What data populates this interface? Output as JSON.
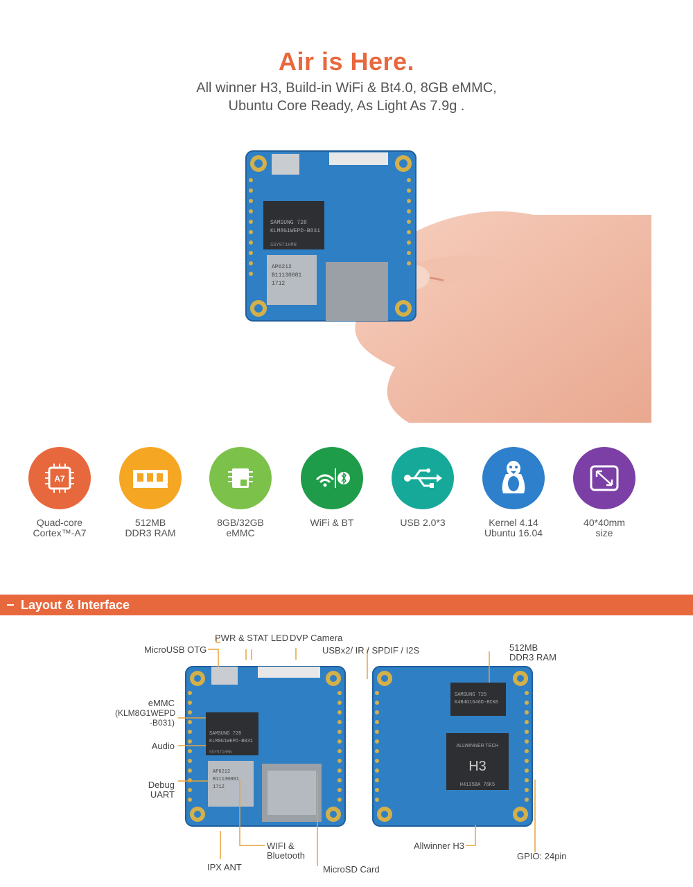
{
  "hero": {
    "title": "Air is Here.",
    "subtitle_line1": "All winner H3, Build-in WiFi & Bt4.0, 8GB eMMC,",
    "subtitle_line2": "Ubuntu Core Ready, As Light As 7.9g ."
  },
  "colors": {
    "accent": "#e8683d",
    "board_blue": "#2f7fc4"
  },
  "board_text": {
    "emmc_chip_1": "SAMSUNG     728",
    "emmc_chip_2": "KLM8G1WEPD-B031",
    "emmc_chip_3": "SSY971HMN",
    "wifi_chip_1": "AP6212",
    "wifi_chip_2": "B11130081",
    "wifi_chip_3": "1712",
    "ram_chip_1": "SAMSUNG     725",
    "ram_chip_2": "K4B4G1646D-BCK0",
    "soc_brand": "ALLWINNER TECH",
    "soc_name": "H3",
    "soc_code": "H4135BA  76K5"
  },
  "features": [
    {
      "icon": "cpu-icon",
      "badge": "A7",
      "line1": "Quad-core",
      "line2": "Cortex™-A7",
      "color": "#e8683d"
    },
    {
      "icon": "ram-icon",
      "line1": "512MB",
      "line2": "DDR3 RAM",
      "color": "#f5a623"
    },
    {
      "icon": "emmc-icon",
      "line1": "8GB/32GB",
      "line2": "eMMC",
      "color": "#7cc24a"
    },
    {
      "icon": "wifi-bt-icon",
      "line1": "WiFi & BT",
      "line2": "",
      "color": "#1e9c4a"
    },
    {
      "icon": "usb-icon",
      "line1": "USB 2.0*3",
      "line2": "",
      "color": "#16a99a"
    },
    {
      "icon": "linux-icon",
      "line1": "Kernel 4.14",
      "line2": "Ubuntu 16.04",
      "color": "#2e7fcc"
    },
    {
      "icon": "size-icon",
      "line1": "40*40mm",
      "line2": "size",
      "color": "#7b3fa6"
    }
  ],
  "section": {
    "title": "Layout & Interface"
  },
  "labels": {
    "microusb": "MicroUSB  OTG",
    "pwr": "PWR & STAT LED",
    "dvp": "DVP Camera",
    "usbx2": "USBx2/ IR / SPDIF / I2S",
    "ram1": "512MB",
    "ram2": "DDR3 RAM",
    "emmc1": "eMMC",
    "emmc2": "(KLM8G1WEPD",
    "emmc3": "-B031)",
    "audio": "Audio",
    "debug1": "Debug",
    "debug2": "UART",
    "wifi1": "WIFI &",
    "wifi2": "Bluetooth",
    "ipx": "IPX ANT",
    "microsd": "MicroSD Card",
    "allwinner": "Allwinner H3",
    "gpio": "GPIO: 24pin"
  }
}
